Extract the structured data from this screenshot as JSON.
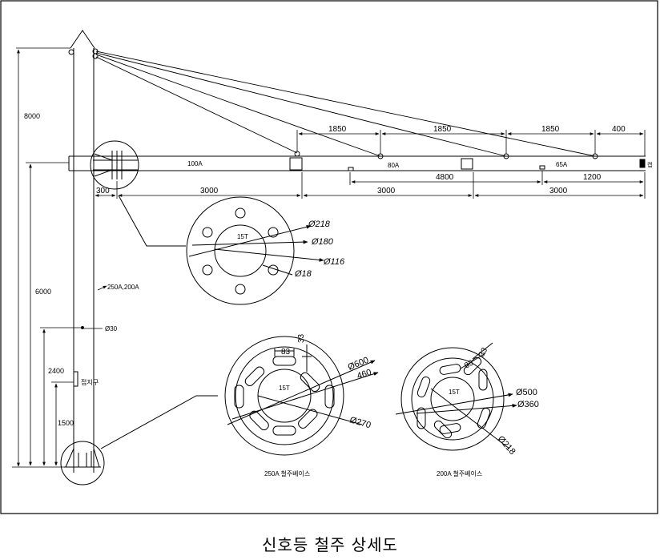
{
  "caption": "신호등 철주 상세도",
  "dimensions": {
    "total_height": "8000",
    "arm_height": "6000",
    "ground_height_2400": "2400",
    "ground_height_1500": "1500",
    "span_300": "300",
    "span_3000_a": "3000",
    "span_3000_b": "3000",
    "span_3000_c": "3000",
    "wire_1850_a": "1850",
    "wire_1850_b": "1850",
    "wire_1850_c": "1850",
    "wire_400": "400",
    "seg_4800": "4800",
    "seg_1200": "1200"
  },
  "labels": {
    "pipe_100a": "100A",
    "pipe_80a": "80A",
    "pipe_65a": "65A",
    "pole_size": "250A,200A",
    "hole_dia": "Ø30",
    "ground_terminal": "접지구",
    "end_cap": "캡"
  },
  "flange_detail": {
    "thickness": "15T",
    "d_outer": "Ø218",
    "d_pcd": "Ø180",
    "d_inner": "Ø116",
    "d_hole": "Ø18"
  },
  "base_250a": {
    "title": "250A 철주베이스",
    "thickness": "15T",
    "slot_length": "83",
    "slot_width": "33",
    "d_outer": "Ø600",
    "d_pcd": "460",
    "d_inner": "Ø270"
  },
  "base_200a": {
    "title": "200A 철주베이스",
    "thickness": "15T",
    "slot_length": "83",
    "slot_width": "33",
    "d_outer": "Ø500",
    "d_pcd": "Ø360",
    "d_inner": "Ø218"
  }
}
